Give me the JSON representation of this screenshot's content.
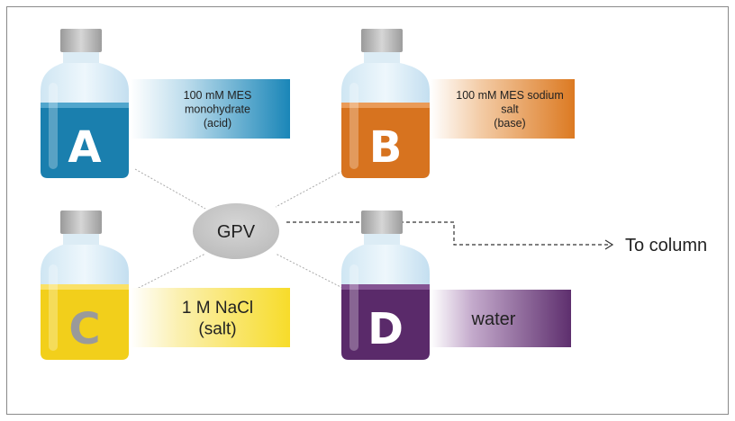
{
  "hub": {
    "label": "GPV"
  },
  "destination": {
    "label": "To column"
  },
  "bottles": [
    {
      "letter": "A",
      "label_lines": [
        "100 mM MES",
        "monohydrate",
        "(acid)"
      ],
      "liquid_color": "#1a7fae",
      "liquid_light": "#5fb0d4",
      "label_color": "#1a86b8",
      "letter_color": "#ffffff"
    },
    {
      "letter": "B",
      "label_lines": [
        "100 mM MES sodium",
        "salt",
        "(base)"
      ],
      "liquid_color": "#d7731f",
      "liquid_light": "#efa566",
      "label_color": "#dc7a22",
      "letter_color": "#ffffff"
    },
    {
      "letter": "C",
      "label_lines": [
        "1 M NaCl",
        "(salt)"
      ],
      "liquid_color": "#f2cf1b",
      "liquid_light": "#fbe57a",
      "label_color": "#f7dc2a",
      "letter_color": "#9a9a9a"
    },
    {
      "letter": "D",
      "label_lines": [
        "water"
      ],
      "liquid_color": "#5a2a6a",
      "liquid_light": "#8e5f9e",
      "label_color": "#5e2f6e",
      "letter_color": "#ffffff"
    }
  ]
}
